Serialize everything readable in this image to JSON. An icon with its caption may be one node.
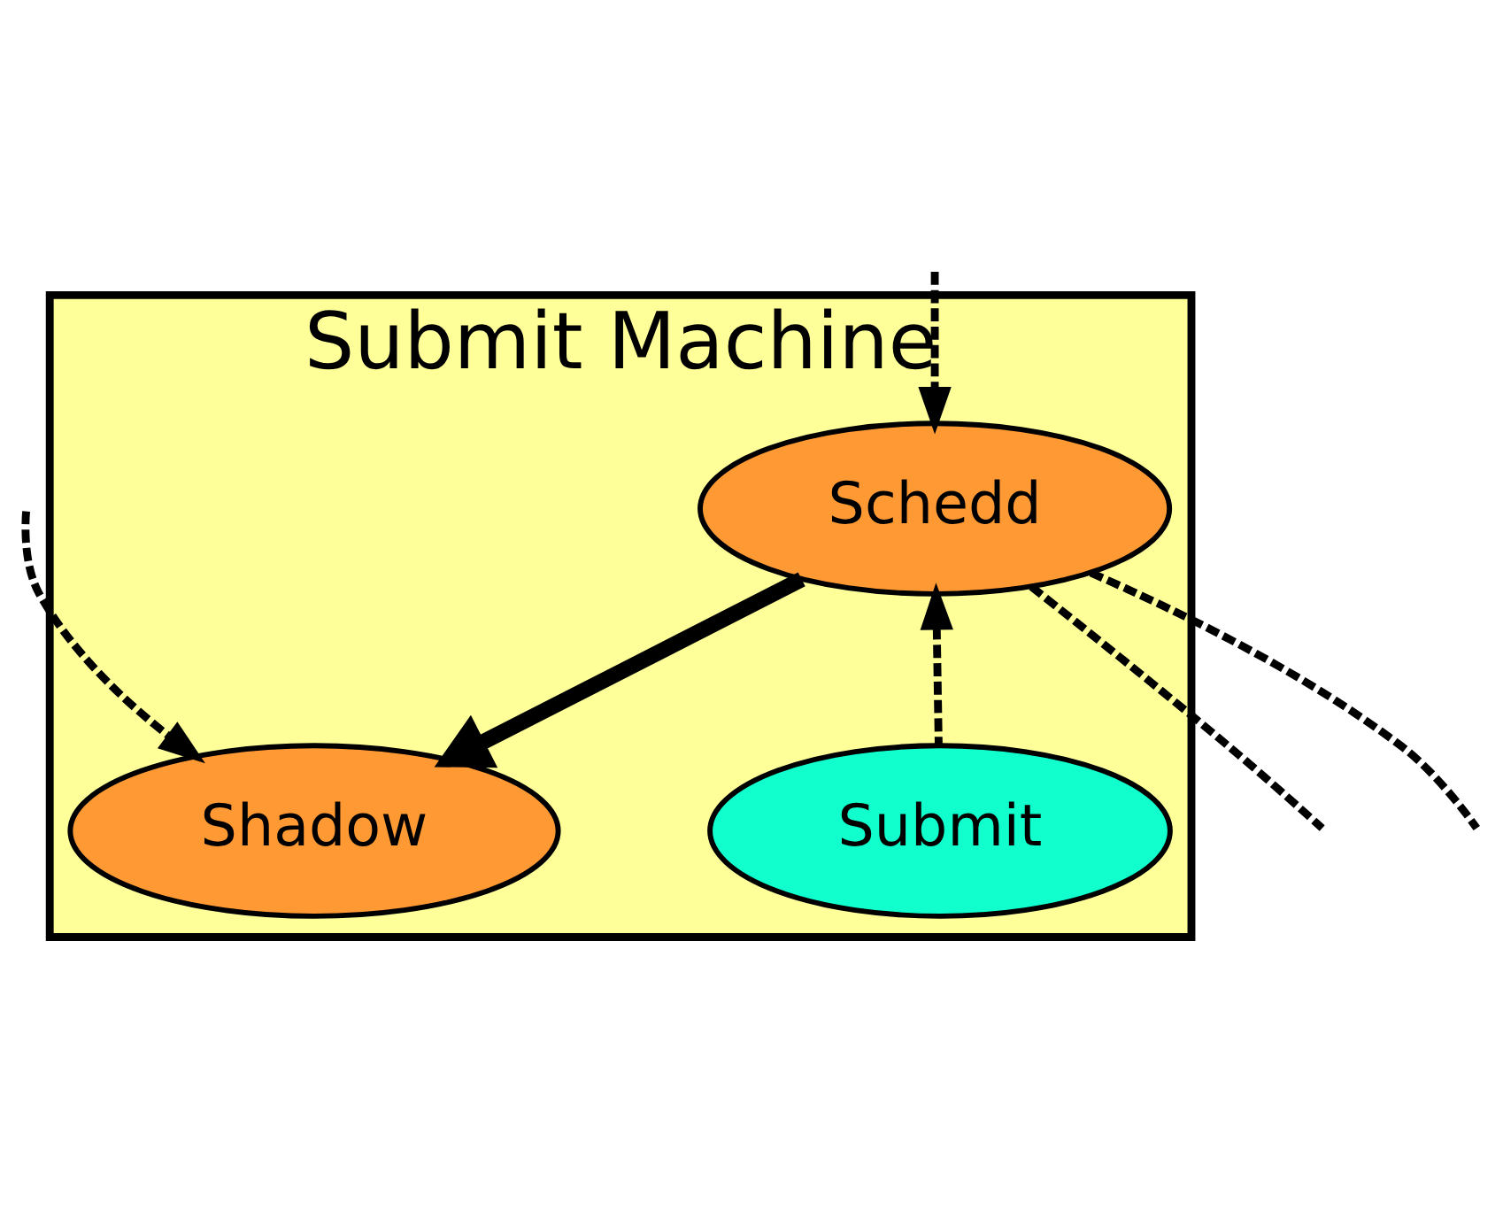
{
  "diagram": {
    "nodes": [
      {
        "text": [
          "Submit Machine"
        ]
      },
      {
        "text": [
          "Schedd"
        ],
        "in": 0
      },
      {
        "text": [
          "Submit"
        ],
        "in": 0
      },
      {
        "text": [
          "Shadow"
        ],
        "in": 0
      }
    ],
    "edges": [
      {
        "from": 1,
        "to": null,
        "arrow": "none",
        "style": "dashed"
      },
      {
        "from": 1,
        "to": null,
        "arrow": "none",
        "style": "dashed"
      },
      {
        "from": null,
        "to": 1,
        "arrow": "to",
        "style": "dashed"
      },
      {
        "from": 2,
        "to": 1,
        "arrow": "to",
        "style": "dashed"
      },
      {
        "from": 1,
        "to": 3,
        "arrow": "to",
        "style": "thick"
      },
      {
        "from": null,
        "to": 3,
        "arrow": "to",
        "style": "dashed"
      }
    ]
  }
}
